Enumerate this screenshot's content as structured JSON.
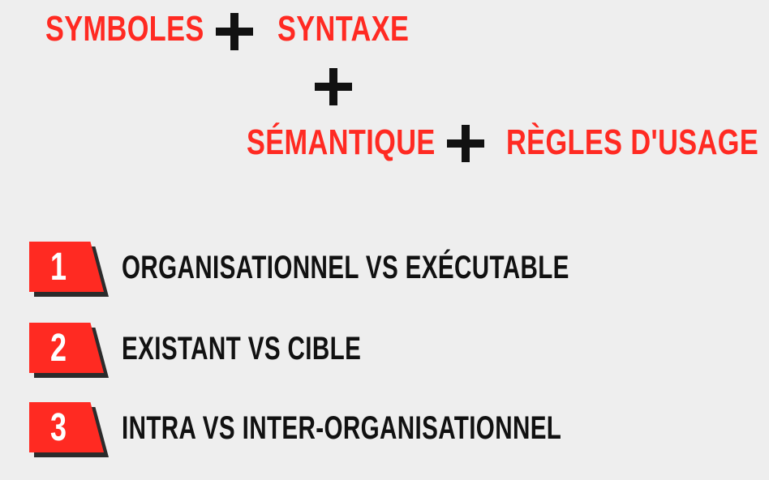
{
  "formula": {
    "term1": "SYMBOLES",
    "term2": "SYNTAXE",
    "term3": "SÉMANTIQUE",
    "term4": "RÈGLES D'USAGE"
  },
  "items": [
    {
      "number": "1",
      "label": "ORGANISATIONNEL VS EXÉCUTABLE"
    },
    {
      "number": "2",
      "label": "EXISTANT VS CIBLE"
    },
    {
      "number": "3",
      "label": "INTRA VS INTER-ORGANISATIONNEL"
    }
  ],
  "colors": {
    "accent": "#ff2a22",
    "text": "#111111",
    "background": "#eeeeee",
    "badge_shadow": "#2b2b2b"
  }
}
